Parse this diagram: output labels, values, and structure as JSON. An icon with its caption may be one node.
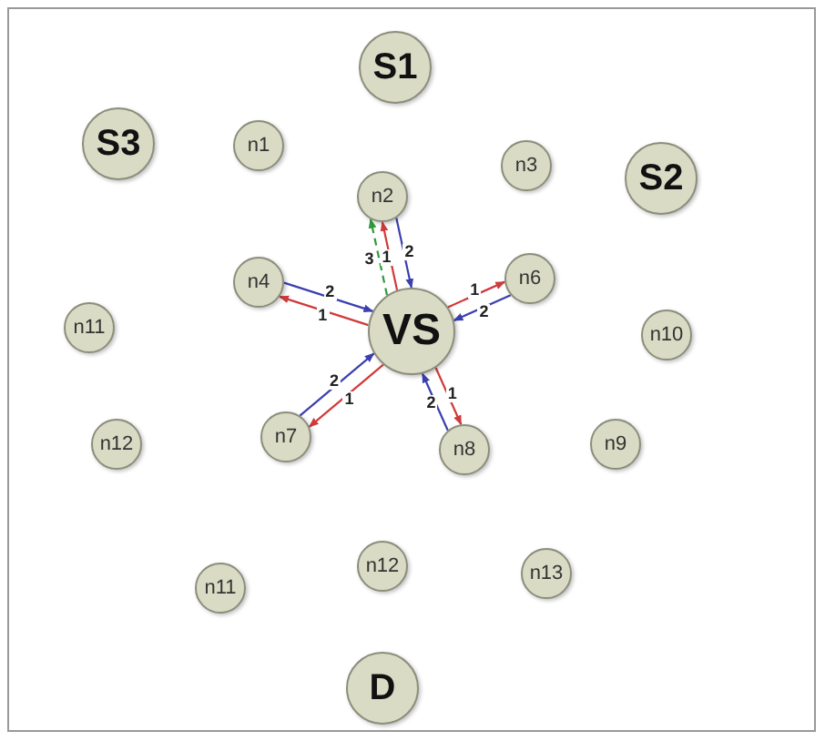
{
  "diagram": {
    "nodes": [
      {
        "text": [
          "S1"
        ]
      },
      {
        "text": [
          "S3"
        ]
      },
      {
        "text": [
          "n1"
        ]
      },
      {
        "text": [
          "n3"
        ]
      },
      {
        "text": [
          "S2"
        ]
      },
      {
        "text": [
          "n2"
        ]
      },
      {
        "text": [
          "n4"
        ]
      },
      {
        "text": [
          "n6"
        ]
      },
      {
        "text": [
          "n11"
        ]
      },
      {
        "text": [
          "VS"
        ]
      },
      {
        "text": [
          "n10"
        ]
      },
      {
        "text": [
          "n12"
        ]
      },
      {
        "text": [
          "n7"
        ]
      },
      {
        "text": [
          "n8"
        ]
      },
      {
        "text": [
          "n9"
        ]
      },
      {
        "text": [
          "n12"
        ]
      },
      {
        "text": [
          "n13"
        ]
      },
      {
        "text": [
          "n11"
        ]
      },
      {
        "text": [
          "D"
        ]
      }
    ],
    "edges": [
      {
        "from": 5,
        "to": 9,
        "arrow": "to",
        "label": "2",
        "color": "#3b3fb0"
      },
      {
        "from": 9,
        "to": 5,
        "arrow": "to",
        "label": "1",
        "color": "#d03a3a"
      },
      {
        "from": 9,
        "to": 5,
        "arrow": "to",
        "label": "3",
        "style": "dashed",
        "color": "#2e9a3a"
      },
      {
        "from": 6,
        "to": 9,
        "arrow": "to",
        "label": "2",
        "color": "#3b3fb0"
      },
      {
        "from": 9,
        "to": 6,
        "arrow": "to",
        "label": "1",
        "color": "#d03a3a"
      },
      {
        "from": 7,
        "to": 9,
        "arrow": "to",
        "label": "2",
        "color": "#3b3fb0"
      },
      {
        "from": 9,
        "to": 7,
        "arrow": "to",
        "label": "1",
        "color": "#d03a3a"
      },
      {
        "from": 9,
        "to": 12,
        "arrow": "to",
        "label": "1",
        "color": "#d03a3a"
      },
      {
        "from": 12,
        "to": 9,
        "arrow": "to",
        "label": "2",
        "color": "#3b3fb0"
      },
      {
        "from": 9,
        "to": 13,
        "arrow": "to",
        "label": "1",
        "color": "#d03a3a"
      },
      {
        "from": 13,
        "to": 9,
        "arrow": "to",
        "label": "2",
        "color": "#3b3fb0"
      }
    ]
  }
}
